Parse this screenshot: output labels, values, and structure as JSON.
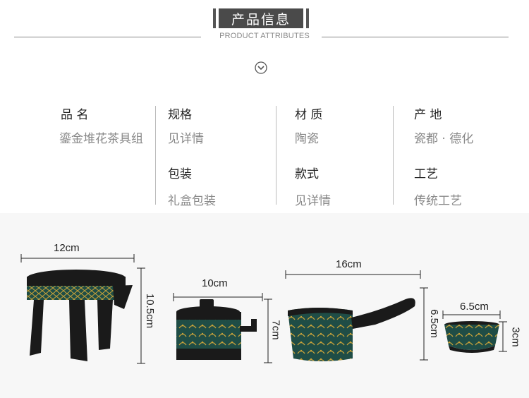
{
  "header": {
    "title": "产品信息",
    "subtitle": "PRODUCT ATTRIBUTES",
    "icon": "chevron-down-circle-icon"
  },
  "attributes": {
    "name_label": "品 名",
    "name_value": "鎏金堆花茶具组",
    "spec_label": "规格",
    "spec_value": "见详情",
    "material_label": "材 质",
    "material_value": "陶瓷",
    "origin_label": "产 地",
    "origin_value": "瓷都 · 德化",
    "package_label": "包装",
    "package_value": "礼盒包装",
    "style_label": "款式",
    "style_value": "见详情",
    "craft_label": "工艺",
    "craft_value": "传统工艺"
  },
  "dimensions": {
    "stand_width": "12cm",
    "stand_height": "10.5cm",
    "jar_width": "10cm",
    "jar_height": "7cm",
    "pitcher_width": "16cm",
    "pitcher_height": "6.5cm",
    "cup_width": "6.5cm",
    "cup_height": "3cm"
  },
  "colors": {
    "glaze_black": "#1a1a1a",
    "band_green": "#1f4d46",
    "gold": "#c9a23a"
  }
}
